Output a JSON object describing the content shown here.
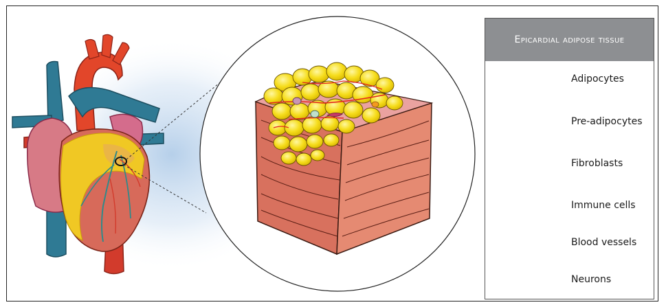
{
  "legend": {
    "title": "Epicardial adipose tissue",
    "items": [
      {
        "key": "adipocytes",
        "label": "Adipocytes",
        "icon": "adipocyte-icon",
        "color": "#f5e100"
      },
      {
        "key": "pre-adipocytes",
        "label": "Pre-adipocytes",
        "icon": "pre-adipocyte-icon",
        "color": "#c995b4"
      },
      {
        "key": "fibroblasts",
        "label": "Fibroblasts",
        "icon": "fibroblast-icon",
        "color": "#d63a6a"
      },
      {
        "key": "immune-cells",
        "label": "Immune cells",
        "icon": "immune-cell-icon",
        "color": "#bfe0cc"
      },
      {
        "key": "blood-vessels",
        "label": "Blood vessels",
        "icon": "blood-vessel-icon",
        "color": "#e3261f"
      },
      {
        "key": "neurons",
        "label": "Neurons",
        "icon": "neuron-icon",
        "color": "#f39a1f"
      }
    ]
  },
  "colors": {
    "aorta": "#e2462a",
    "pulmonary_vein": "#2f7a94",
    "myocardium": "#d76a5a",
    "fat": "#f3d020",
    "legend_header": "#8d8f92",
    "glow": "#b9d2ea"
  }
}
